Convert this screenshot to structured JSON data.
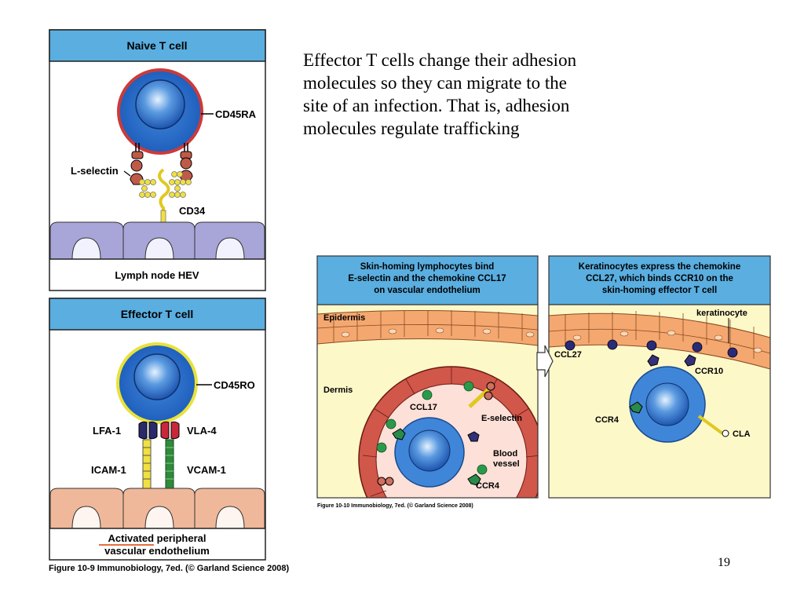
{
  "slide": {
    "body_text": "Effector T cells change their adhesion molecules so they can migrate to the site of an infection. That is, adhesion molecules regulate trafficking",
    "page_number": "19"
  },
  "fig9": {
    "naive": {
      "header": "Naive T cell",
      "labels": {
        "cd45ra": "CD45RA",
        "lselectin": "L-selectin",
        "cd34": "CD34"
      },
      "footer": "Lymph node HEV"
    },
    "effector": {
      "header": "Effector T cell",
      "labels": {
        "cd45ro": "CD45RO",
        "lfa1": "LFA-1",
        "vla4": "VLA-4",
        "icam1": "ICAM-1",
        "vcam1": "VCAM-1"
      },
      "footer_line1_a": "Activated",
      "footer_line1_b": " peripheral",
      "footer_line2": "vascular endothelium"
    },
    "caption": "Figure 10-9  Immunobiology, 7ed. (© Garland Science 2008)"
  },
  "fig10": {
    "left_header": [
      "Skin-homing lymphocytes bind",
      "E-selectin and the chemokine CCL17",
      "on vascular endothelium"
    ],
    "right_header": [
      "Keratinocytes express the chemokine",
      "CCL27, which binds CCR10 on the",
      "skin-homing effector T cell"
    ],
    "labels": {
      "epidermis": "Epidermis",
      "dermis": "Dermis",
      "ccl17": "CCL17",
      "eselectin": "E-selectin",
      "blood": "Blood",
      "vessel": "vessel",
      "ccr4_left": "CCR4",
      "keratinocyte": "keratinocyte",
      "ccl27": "CCL27",
      "ccr10": "CCR10",
      "ccr4_right": "CCR4",
      "cla": "CLA"
    },
    "caption": "Figure 10-10  Immunobiology, 7ed. (© Garland Science 2008)"
  },
  "colors": {
    "header_blue": "#5aaee0",
    "naive_ring": "#d03a3a",
    "cell_blue": "#2a6fc8",
    "effector_ring": "#e8e23a",
    "hev_purple": "#a8a6d8",
    "endothelium_peach": "#f0b89a",
    "dermis_yellow": "#fdf8c8",
    "skin_orange": "#f4a870",
    "vessel_red": "#d0574a"
  }
}
